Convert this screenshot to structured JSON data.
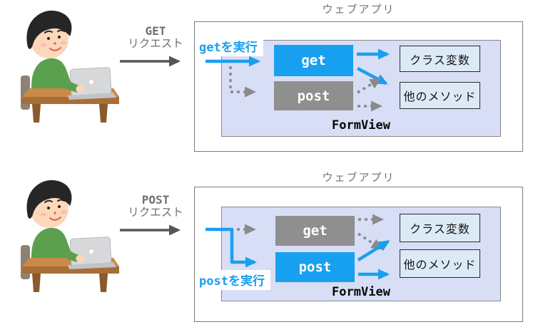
{
  "colors": {
    "accent_blue": "#18a0f0",
    "inactive_gray": "#8f8f8f",
    "panel_lavender": "#d8def5",
    "target_box_fill": "#dceaf8",
    "request_arrow_dark": "#555555",
    "muted_text": "#717171"
  },
  "diagrams": [
    {
      "app_title": "ウェブアプリ",
      "request": {
        "line1": "GET",
        "line2": "リクエスト"
      },
      "exec_label": "getを実行",
      "container_label": "FormView",
      "methods": [
        {
          "label": "get",
          "state": "active"
        },
        {
          "label": "post",
          "state": "inactive"
        }
      ],
      "targets": [
        {
          "label": "クラス変数"
        },
        {
          "label": "他のメソッド"
        }
      ]
    },
    {
      "app_title": "ウェブアプリ",
      "request": {
        "line1": "POST",
        "line2": "リクエスト"
      },
      "exec_label": "postを実行",
      "container_label": "FormView",
      "methods": [
        {
          "label": "get",
          "state": "inactive"
        },
        {
          "label": "post",
          "state": "active"
        }
      ],
      "targets": [
        {
          "label": "クラス変数"
        },
        {
          "label": "他のメソッド"
        }
      ]
    }
  ]
}
